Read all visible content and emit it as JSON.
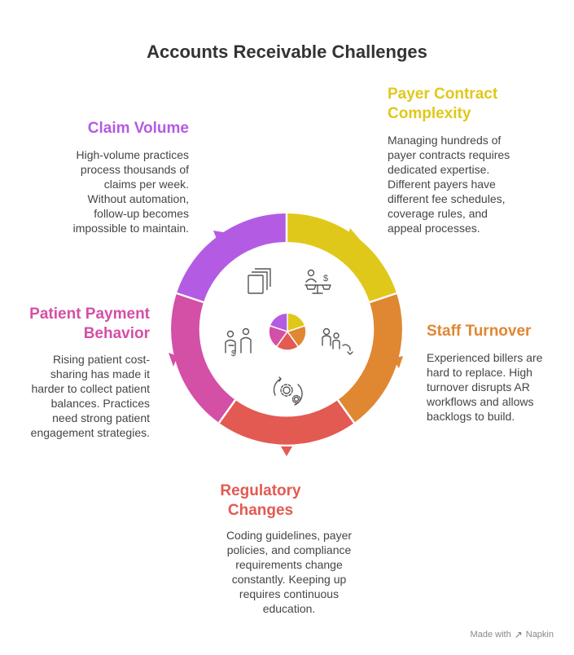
{
  "title": "Accounts Receivable Challenges",
  "colors": {
    "purple": "#b45be3",
    "yellow": "#e0c81a",
    "orange": "#e08732",
    "red": "#e25a52",
    "pink": "#d44fa6",
    "icon": "#555555"
  },
  "segments": [
    {
      "id": "claim-volume",
      "heading": "Claim Volume",
      "description": "High-volume practices\nprocess thousands of\nclaims per week.\nWithout automation,\nfollow-up becomes\nimpossible to maintain.",
      "icon": "documents-icon"
    },
    {
      "id": "payer-contract",
      "heading": "Payer Contract\nComplexity",
      "description": "Managing hundreds of\npayer contracts requires\ndedicated expertise.\nDifferent payers have\ndifferent fee schedules,\ncoverage rules, and\nappeal processes.",
      "icon": "balance-scale-icon"
    },
    {
      "id": "staff-turnover",
      "heading": "Staff Turnover",
      "description": "Experienced billers are\nhard to replace. High\nturnover disrupts AR\nworkflows and allows\nbacklogs to build.",
      "icon": "people-turnover-icon"
    },
    {
      "id": "regulatory-changes",
      "heading": "Regulatory\nChanges",
      "description": "Coding guidelines, payer\npolicies, and compliance\nrequirements change\nconstantly. Keeping up\nrequires continuous\neducation.",
      "icon": "gear-cycle-icon"
    },
    {
      "id": "patient-payment",
      "heading": "Patient Payment\nBehavior",
      "description": "Rising patient cost-\nsharing has made it\nharder to collect patient\nbalances. Practices\nneed strong patient\nengagement strategies.",
      "icon": "patient-payment-icon"
    }
  ],
  "footer": {
    "text": "Made with",
    "brand": "Napkin"
  }
}
